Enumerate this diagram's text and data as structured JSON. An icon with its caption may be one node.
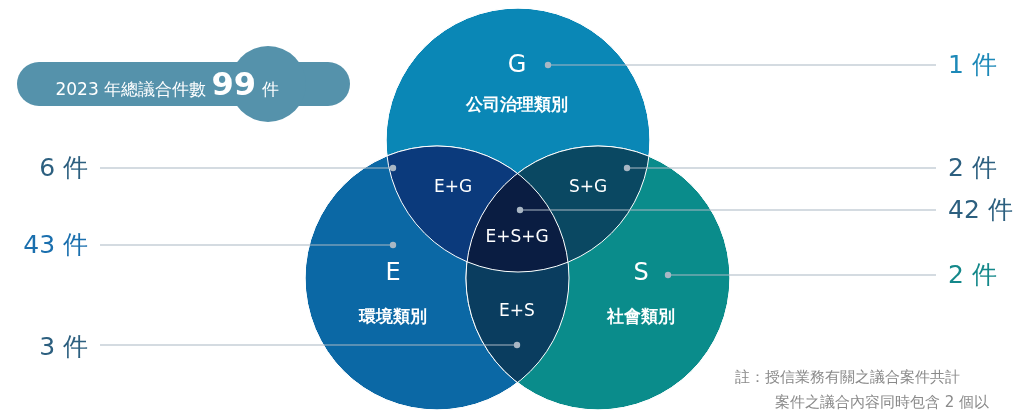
{
  "diagram": {
    "nodes": [
      {
        "text": [
          "2023 年總議合件數 **99** 件"
        ]
      },
      {
        "text": [
          "G",
          "公司治理類別"
        ]
      },
      {
        "text": [
          "E",
          "環境類別"
        ]
      },
      {
        "text": [
          "S",
          "社會類別"
        ]
      },
      {
        "text": [
          "E+G"
        ]
      },
      {
        "text": [
          "S+G"
        ]
      },
      {
        "text": [
          "E+S+G"
        ]
      },
      {
        "text": [
          "E+S"
        ]
      },
      {
        "text": [
          "1 件"
        ]
      },
      {
        "text": [
          "6 件"
        ]
      },
      {
        "text": [
          "2 件"
        ]
      },
      {
        "text": [
          "42 件"
        ]
      },
      {
        "text": [
          "43 件"
        ]
      },
      {
        "text": [
          "2 件"
        ]
      },
      {
        "text": [
          "3 件"
        ]
      }
    ],
    "edges": [
      {
        "from": 8,
        "to": 1,
        "arrow": "other"
      },
      {
        "from": 9,
        "to": 4,
        "arrow": "other"
      },
      {
        "from": 10,
        "to": 5,
        "arrow": "other"
      },
      {
        "from": 11,
        "to": 6,
        "arrow": "other"
      },
      {
        "from": 12,
        "to": 2,
        "arrow": "other"
      },
      {
        "from": 13,
        "to": 3,
        "arrow": "other"
      },
      {
        "from": 14,
        "to": 7,
        "arrow": "other"
      }
    ],
    "labels": [
      "註：授信業務有關之議合案件共計",
      "案件之議合內容同時包含 2 個以"
    ]
  }
}
